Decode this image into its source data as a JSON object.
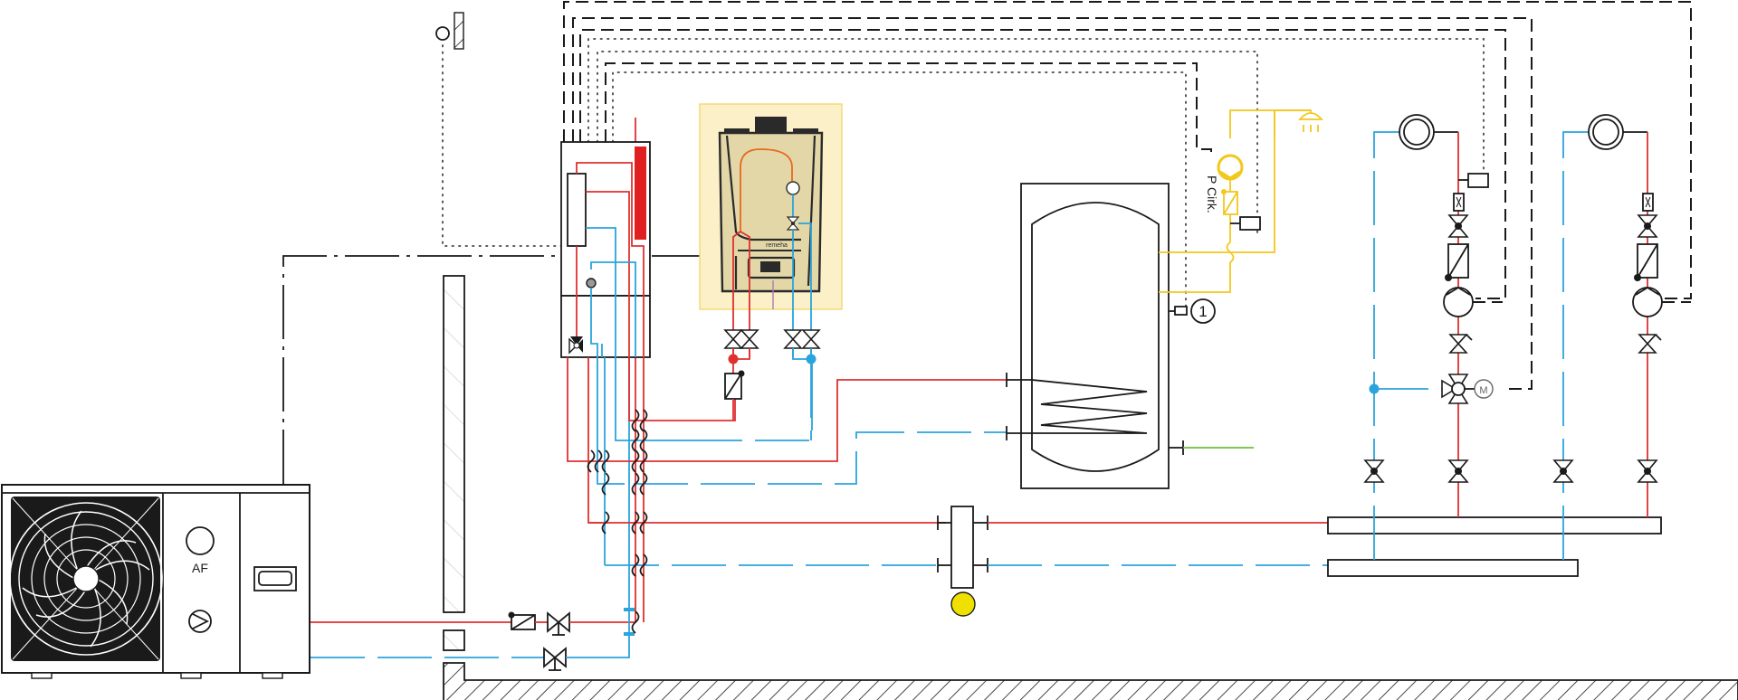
{
  "diagram": {
    "title": "Hybrid heat pump heating system schematic",
    "colors": {
      "supply": "#e03030",
      "return": "#2aa4dc",
      "dhw": "#f2c81c",
      "cold_water": "#6cbf3a",
      "boiler_panel": "#fbf0c8",
      "indoor_heater": "#e02020",
      "buffer_sensor": "#f0e000"
    },
    "outdoor_unit": {
      "label": "AF"
    },
    "boiler": {
      "brand": "remeha"
    },
    "dhw_circulation": {
      "label": "P Cirk."
    },
    "cylinder": {
      "sensor_marker": "1"
    },
    "mixing_valve": {
      "actuator_label": "M"
    },
    "components": [
      "outdoor-heat-pump",
      "outdoor-temp-sensor",
      "indoor-hydro-unit",
      "gas-boiler",
      "dhw-cylinder",
      "dhw-circulation-pump",
      "shower-outlet",
      "heating-circuit-1-mixed",
      "heating-circuit-2-direct",
      "hydraulic-separator",
      "supply-manifold",
      "return-manifold",
      "building-wall",
      "floor-slab"
    ]
  }
}
